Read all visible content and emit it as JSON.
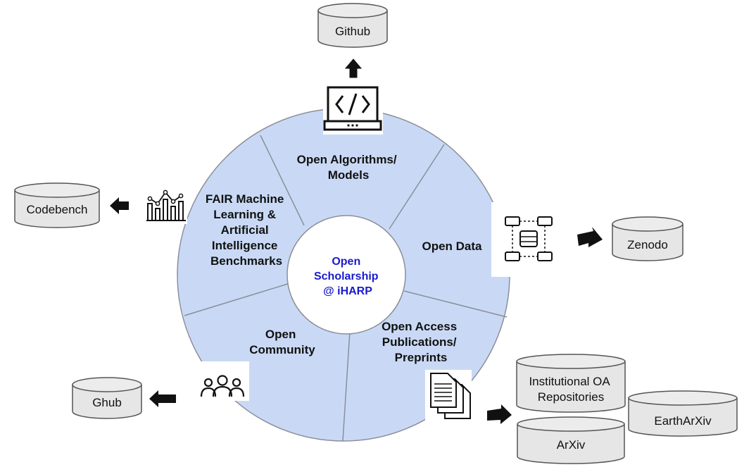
{
  "center": {
    "lines": [
      "Open",
      "Scholarship",
      "@ iHARP"
    ]
  },
  "segments": [
    {
      "id": "algorithms",
      "lines": [
        "Open Algorithms/",
        "Models"
      ]
    },
    {
      "id": "data",
      "lines": [
        "Open Data"
      ]
    },
    {
      "id": "publications",
      "lines": [
        "Open Access",
        "Publications/",
        "Preprints"
      ]
    },
    {
      "id": "community",
      "lines": [
        "Open",
        "Community"
      ]
    },
    {
      "id": "benchmarks",
      "lines": [
        "FAIR Machine",
        "Learning &",
        "Artificial",
        "Intelligence",
        "Benchmarks"
      ]
    }
  ],
  "repositories": {
    "github": {
      "lines": [
        "Github"
      ]
    },
    "codebench": {
      "lines": [
        "Codebench"
      ]
    },
    "zenodo": {
      "lines": [
        "Zenodo"
      ]
    },
    "ghub": {
      "lines": [
        "Ghub"
      ]
    },
    "institutional": {
      "lines": [
        "Institutional OA",
        "Repositories"
      ]
    },
    "eartharxiv": {
      "lines": [
        "EarthArXiv"
      ]
    },
    "arxiv": {
      "lines": [
        "ArXiv"
      ]
    }
  },
  "icons": [
    "laptop-code-icon",
    "chart-bars-icon",
    "database-network-icon",
    "people-group-icon",
    "documents-icon",
    "arrow-icon"
  ],
  "colors": {
    "segment_fill": "#c9d9f5",
    "segment_stroke": "#8a8f99",
    "center_text": "#1a1acc",
    "cylinder_fill": "#e6e6e6",
    "cylinder_stroke": "#555555"
  }
}
